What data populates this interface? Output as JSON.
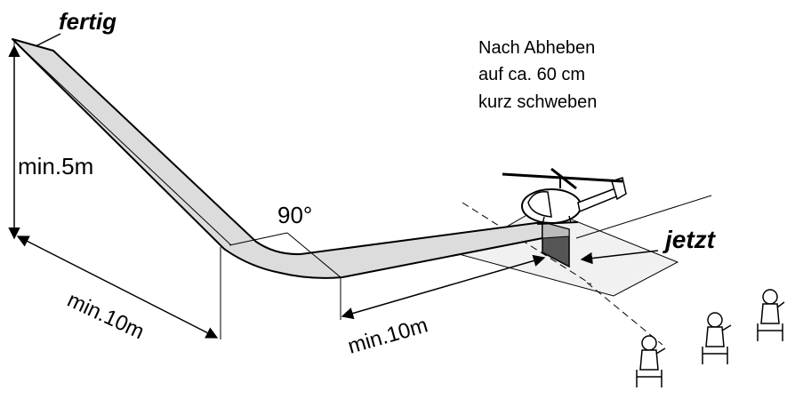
{
  "labels": {
    "finish": "fertig",
    "now": "jetzt",
    "note_line1": "Nach Abheben",
    "note_line2": "auf ca. 60 cm",
    "note_line3": "kurz schweben",
    "height": "min.5m",
    "dist_left": "min.10m",
    "dist_right": "min.10m",
    "angle": "90°"
  },
  "colors": {
    "path_fill": "#dcdcdc",
    "pad_fill": "#f1f1f1",
    "stroke": "#000000"
  },
  "icons": [
    "helicopter-icon",
    "spectator-icon"
  ]
}
